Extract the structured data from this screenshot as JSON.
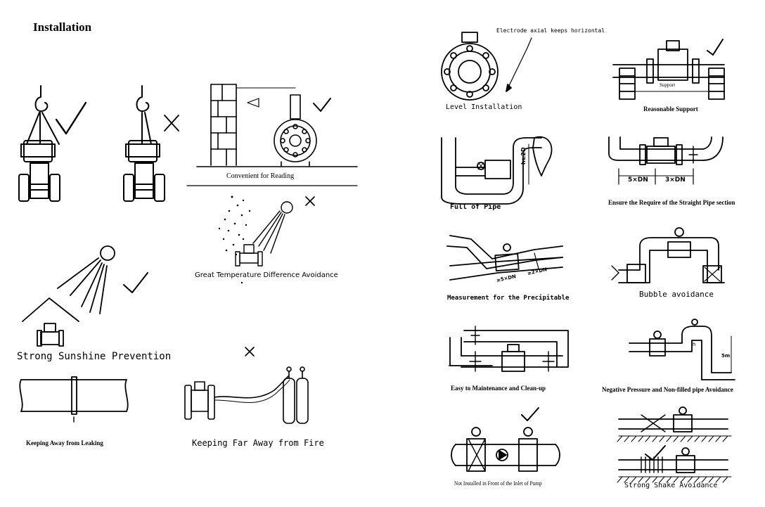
{
  "page": {
    "title": "Installation"
  },
  "captions": {
    "convenient_reading": "Convenient for Reading",
    "temp_difference": "Great Temperature Difference Avoidance",
    "sunshine": "Strong Sunshine Prevention",
    "leaking": "Keeping Away from Leaking",
    "fire": "Keeping Far Away from Fire",
    "electrode_axial": "Electrode axial keeps horizontal",
    "level_installation": "Level Installation",
    "reasonable_support": "Reasonable Support",
    "support_word": "Support",
    "full_of_pipe": "Full of Pipe",
    "straight_pipe": "Ensure the Require of the Straight Pipe  section",
    "dn5": "5×DN",
    "dn3": "3×DN",
    "precipitable": "Measurement for the Precipitable",
    "dn5b": "≥5×DN",
    "dn2": "≥2×DN",
    "dim_2d": "h≥2D",
    "bubble": "Bubble avoidance",
    "maintenance": "Easy to Maintenance and Clean-up",
    "negative_pressure": "Negative Pressure and Non-filled pipe Avoidance",
    "pump": "Not Installed in Front of the Inlet of Pump",
    "shake": "Strong Shake Avoidance",
    "dim_5m": "5m",
    "dim_h": "h"
  }
}
